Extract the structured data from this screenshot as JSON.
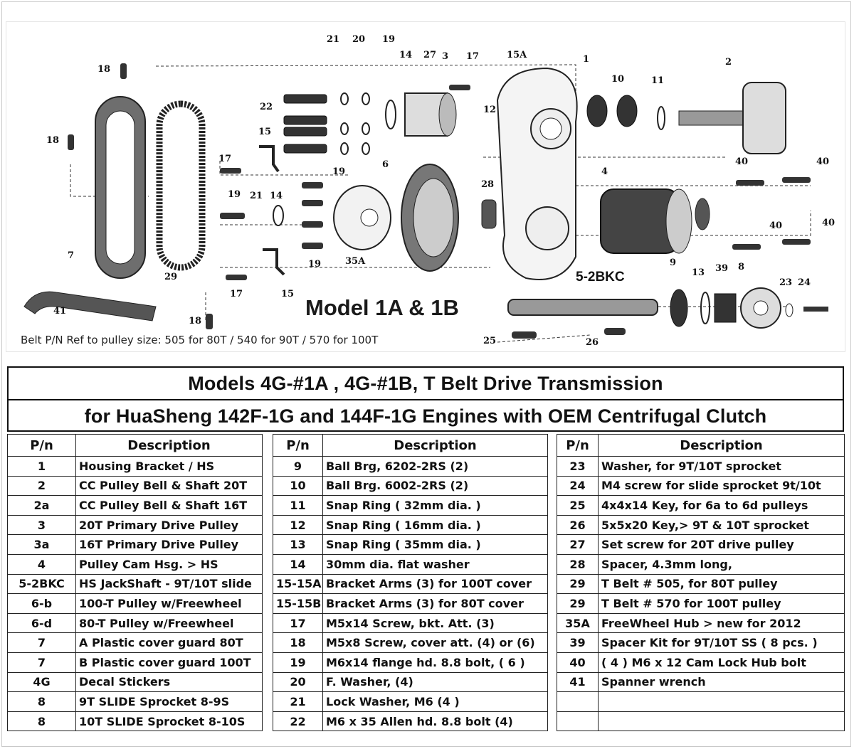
{
  "diagram": {
    "model_label": "Model 1A & 1B",
    "shaft_label": "5-2BKC",
    "belt_note": "Belt P/N Ref to pulley size:   505 for 80T /  540 for 90T / 570 for 100T",
    "callouts": [
      "21",
      "20",
      "19",
      "14",
      "27",
      "3",
      "17",
      "15A",
      "1",
      "2",
      "18",
      "22",
      "10",
      "11",
      "18",
      "15",
      "12",
      "17",
      "19",
      "6",
      "40",
      "40",
      "19",
      "21",
      "14",
      "4",
      "28",
      "40",
      "40",
      "7",
      "19",
      "35A",
      "29",
      "9",
      "13",
      "39",
      "8",
      "23",
      "24",
      "17",
      "15",
      "41",
      "18",
      "25",
      "26"
    ]
  },
  "title": {
    "line1": "Models 4G-#1A , 4G-#1B,  T Belt Drive Transmission",
    "line2": "for HuaSheng 142F-1G and 144F-1G Engines with OEM Centrifugal Clutch"
  },
  "table_headers": {
    "pn": "P/n",
    "desc": "Description"
  },
  "tables": [
    {
      "rows": [
        {
          "pn": "1",
          "desc": "Housing Bracket / HS"
        },
        {
          "pn": "2",
          "desc": "CC Pulley Bell & Shaft 20T"
        },
        {
          "pn": "2a",
          "desc": "CC Pulley Bell & Shaft 16T"
        },
        {
          "pn": "3",
          "desc": "20T Primary Drive Pulley"
        },
        {
          "pn": "3a",
          "desc": "16T Primary Drive Pulley"
        },
        {
          "pn": "4",
          "desc": "Pulley Cam Hsg. > HS"
        },
        {
          "pn": "5-2BKC",
          "desc": "HS JackShaft - 9T/10T slide"
        },
        {
          "pn": "6-b",
          "desc": "100-T Pulley w/Freewheel"
        },
        {
          "pn": "6-d",
          "desc": " 80-T Pulley w/Freewheel"
        },
        {
          "pn": "7",
          "desc": "A Plastic cover guard 80T"
        },
        {
          "pn": "7",
          "desc": "B Plastic cover guard 100T"
        },
        {
          "pn": "4G",
          "desc": "Decal Stickers"
        },
        {
          "pn": "8",
          "desc": " 9T SLIDE Sprocket 8-9S"
        },
        {
          "pn": "8",
          "desc": " 10T SLIDE Sprocket  8-10S"
        }
      ]
    },
    {
      "rows": [
        {
          "pn": "9",
          "desc": "Ball Brg,   6202-2RS     (2)"
        },
        {
          "pn": "10",
          "desc": "Ball Brg.   6002-2RS     (2)"
        },
        {
          "pn": "11",
          "desc": "Snap Ring (  32mm dia. )"
        },
        {
          "pn": "12",
          "desc": "Snap Ring (  16mm dia. )"
        },
        {
          "pn": "13",
          "desc": "Snap Ring (  35mm dia. )"
        },
        {
          "pn": "14",
          "desc": "30mm dia. flat washer"
        },
        {
          "pn": "15-15A",
          "desc": "Bracket Arms (3) for 100T cover"
        },
        {
          "pn": "15-15B",
          "desc": "Bracket Arms (3) for 80T cover"
        },
        {
          "pn": "17",
          "desc": "M5x14 Screw, bkt. Att.   (3)"
        },
        {
          "pn": "18",
          "desc": "M5x8 Screw, cover att. (4) or (6)"
        },
        {
          "pn": "19",
          "desc": "M6x14 flange hd. 8.8 bolt,  ( 6 )"
        },
        {
          "pn": "20",
          "desc": "F. Washer,    (4)"
        },
        {
          "pn": "21",
          "desc": "Lock Washer, M6              (4 )"
        },
        {
          "pn": "22",
          "desc": "M6 x 35 Allen hd. 8.8 bolt    (4)"
        }
      ]
    },
    {
      "rows": [
        {
          "pn": "23",
          "desc": "Washer, for 9T/10T  sprocket"
        },
        {
          "pn": "24",
          "desc": "M4 screw for slide sprocket 9t/10t"
        },
        {
          "pn": "25",
          "desc": "4x4x14 Key, for 6a to 6d pulleys"
        },
        {
          "pn": "26",
          "desc": "5x5x20 Key,> 9T & 10T  sprocket"
        },
        {
          "pn": "27",
          "desc": "Set screw for 20T drive pulley"
        },
        {
          "pn": "28",
          "desc": "Spacer, 4.3mm long,"
        },
        {
          "pn": "29",
          "desc": "T Belt   # 505, for 80T pulley"
        },
        {
          "pn": "29",
          "desc": "T Belt   # 570 for 100T pulley"
        },
        {
          "pn": "35A",
          "desc": " FreeWheel Hub > new for 2012"
        },
        {
          "pn": "39",
          "desc": "Spacer Kit for 9T/10T SS ( 8 pcs. )"
        },
        {
          "pn": "40",
          "desc": "( 4 ) M6 x 12 Cam Lock Hub bolt"
        },
        {
          "pn": "41",
          "desc": "Spanner wrench"
        },
        {
          "pn": "",
          "desc": ""
        },
        {
          "pn": "",
          "desc": ""
        }
      ]
    }
  ]
}
